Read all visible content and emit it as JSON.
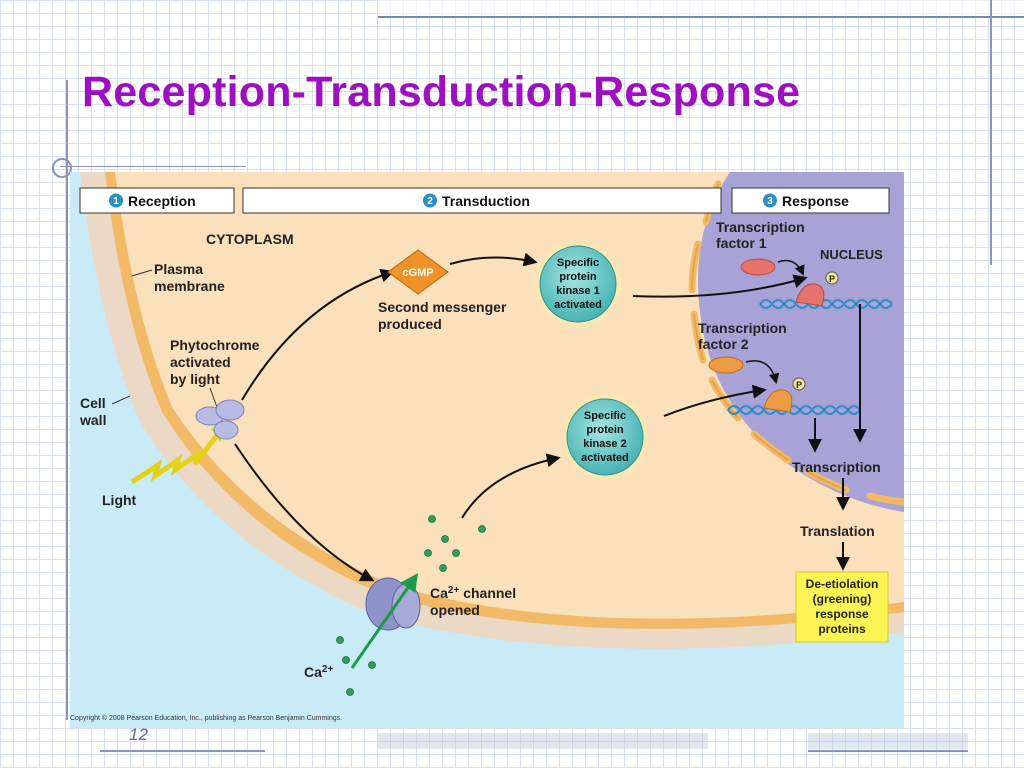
{
  "slide": {
    "title": "Reception-Transduction-Response",
    "page_number": "12",
    "copyright": "Copyright © 2008 Pearson Education, Inc., publishing as Pearson Benjamin Cummings."
  },
  "stages": [
    {
      "num": "1",
      "label": "Reception"
    },
    {
      "num": "2",
      "label": "Transduction"
    },
    {
      "num": "3",
      "label": "Response"
    }
  ],
  "labels": {
    "cytoplasm": "CYTOPLASM",
    "nucleus": "NUCLEUS",
    "plasma_membrane": [
      "Plasma",
      "membrane"
    ],
    "cell_wall": [
      "Cell",
      "wall"
    ],
    "phytochrome": [
      "Phytochrome",
      "activated",
      "by light"
    ],
    "light": "Light",
    "cgmp": "cGMP",
    "second_messenger": [
      "Second messenger",
      "produced"
    ],
    "kinase1": [
      "Specific",
      "protein",
      "kinase 1",
      "activated"
    ],
    "kinase2": [
      "Specific",
      "protein",
      "kinase 2",
      "activated"
    ],
    "tf1": [
      "Transcription",
      "factor 1"
    ],
    "tf2": [
      "Transcription",
      "factor 2"
    ],
    "phosphate": "P",
    "ca_channel_prefix": "Ca",
    "ca_channel_sup": "2+",
    "ca_channel_rest": " channel",
    "ca_channel_line2": "opened",
    "ca_ion_prefix": "Ca",
    "ca_ion_sup": "2+",
    "transcription": "Transcription",
    "translation": "Translation",
    "response_proteins": [
      "De-etiolation",
      "(greening)",
      "response",
      "proteins"
    ]
  },
  "colors": {
    "title": "#9d0fc1",
    "cytoplasm": "#fbe0bc",
    "cell_wall": "#ebd8c5",
    "membrane": "#f2b967",
    "exterior": "#c9ebf8",
    "nucleus": "#a9a2d6",
    "kinase": "#6ac4c4",
    "cgmp": "#ee9229",
    "response_box": "#fbf455"
  }
}
